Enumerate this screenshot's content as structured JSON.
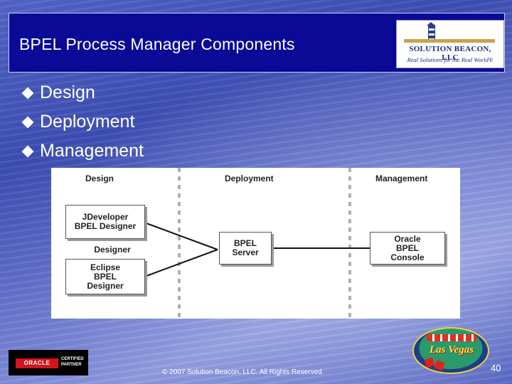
{
  "slide": {
    "title": "BPEL Process Manager Components",
    "bullets": [
      "Design",
      "Deployment",
      "Management"
    ],
    "footer": "© 2007 Solution Beacon, LLC. All Rights Reserved.",
    "page_number": "40"
  },
  "logo": {
    "brand": "SOLUTION BEACON, LLC",
    "tagline": "Real Solutions for the Real World®"
  },
  "diagram": {
    "columns": [
      "Design",
      "Deployment",
      "Management"
    ],
    "design_boxes": {
      "jdeveloper": "JDeveloper BPEL Designer",
      "designer_label": "Designer",
      "eclipse": "Eclipse BPEL Designer"
    },
    "server_box": "BPEL Server",
    "console_box": "Oracle BPEL Console"
  },
  "badges": {
    "oracle": "ORACLE",
    "oracle_sub": "CERTIFIED PARTNER",
    "vegas": "Las Vegas"
  },
  "colors": {
    "title_bar": "#0a0a96",
    "background": "#4b5cc0",
    "oracle_red": "#d2141e"
  }
}
